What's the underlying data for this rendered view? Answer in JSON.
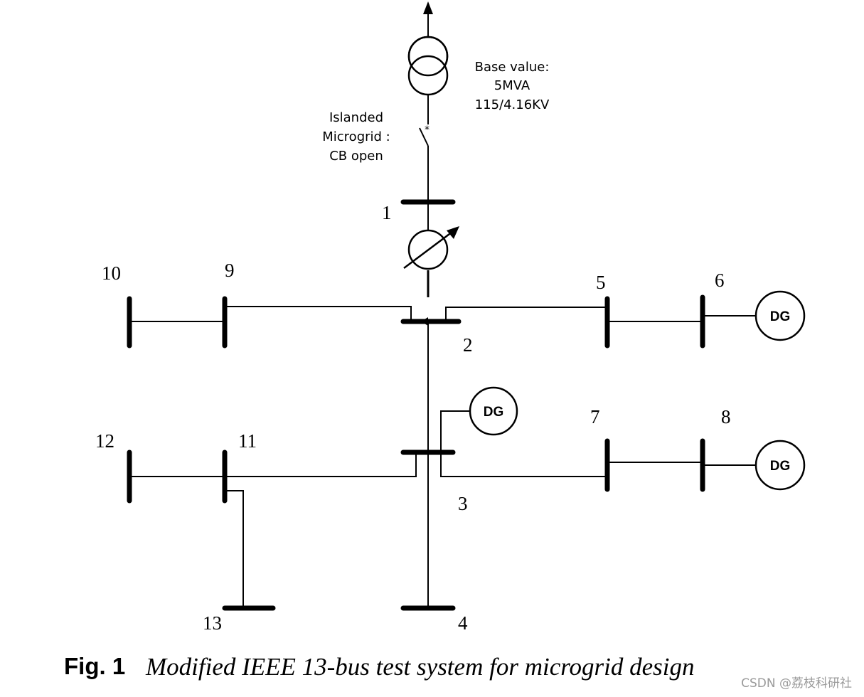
{
  "diagram": {
    "bus_labels": {
      "b1": "1",
      "b2": "2",
      "b3": "3",
      "b4": "4",
      "b5": "5",
      "b6": "6",
      "b7": "7",
      "b8": "8",
      "b9": "9",
      "b10": "10",
      "b11": "11",
      "b12": "12",
      "b13": "13"
    },
    "dg_label": "DG",
    "base_note": [
      "Base value:",
      "5MVA",
      "115/4.16KV"
    ],
    "island_note": [
      "Islanded",
      "Microgrid :",
      "CB open"
    ]
  },
  "caption": {
    "figure_label": "Fig. 1",
    "text": "Modified IEEE 13-bus test system for microgrid design"
  },
  "watermark": "CSDN @荔枝科研社"
}
